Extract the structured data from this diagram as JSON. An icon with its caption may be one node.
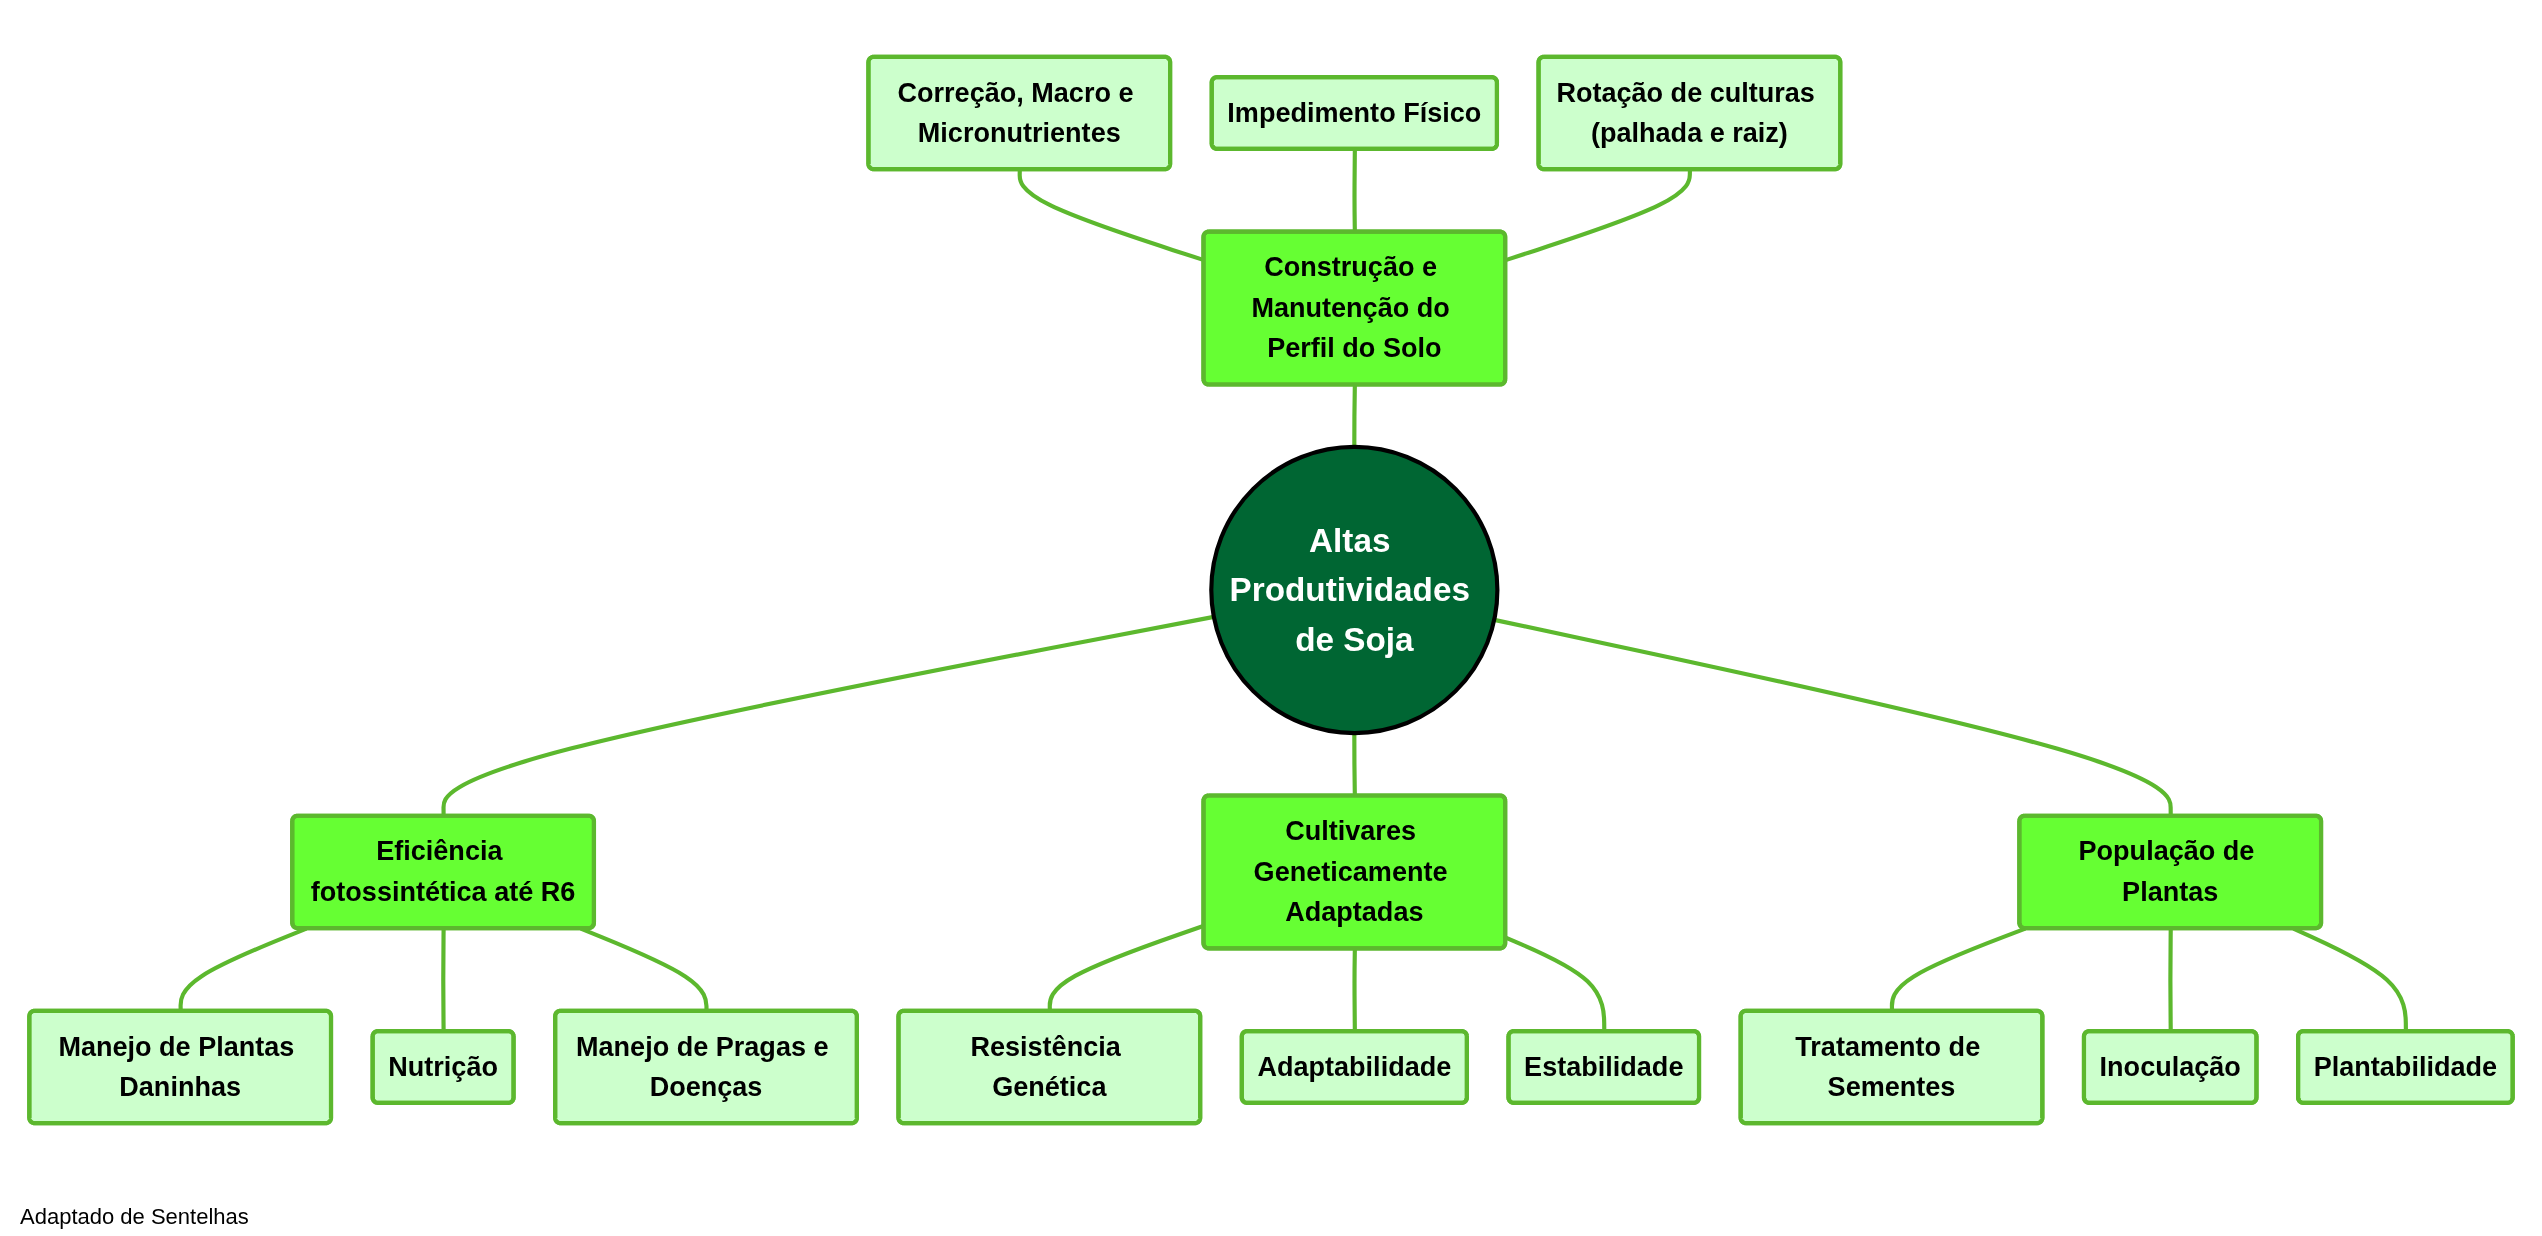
{
  "diagram": {
    "caption": "Adaptado de Sentelhas",
    "nodes": [
      {
        "text": [
          "Correção, Macro e Micronutrientes"
        ]
      },
      {
        "text": [
          "Impedimento Físico"
        ]
      },
      {
        "text": [
          "Rotação de culturas (palhada e raiz)"
        ]
      },
      {
        "text": [
          "Construção e Manutenção do Perfil do Solo"
        ]
      },
      {
        "text": [
          "Manejo de Plantas Daninhas"
        ]
      },
      {
        "text": [
          "Resistência Genética"
        ]
      },
      {
        "text": [
          "Eficiência fotossintética até R6"
        ]
      },
      {
        "text": [
          "Nutrição"
        ]
      },
      {
        "text": [
          "Altas Produtividades de Soja"
        ]
      },
      {
        "text": [
          "Cultivares Geneticamente Adaptadas"
        ]
      },
      {
        "text": [
          "Adaptabilidade"
        ]
      },
      {
        "text": [
          "Manejo de Pragas e Doenças"
        ]
      },
      {
        "text": [
          "Estabilidade"
        ]
      },
      {
        "text": [
          "População de Plantas"
        ]
      },
      {
        "text": [
          "Tratamento de Sementes"
        ]
      },
      {
        "text": [
          "Inoculação"
        ]
      },
      {
        "text": [
          "Plantabilidade"
        ]
      }
    ],
    "edges": [
      {
        "from": 0,
        "to": 3,
        "arrow": "none"
      },
      {
        "from": 1,
        "to": 3,
        "arrow": "none"
      },
      {
        "from": 2,
        "to": 3,
        "arrow": "none"
      },
      {
        "from": 3,
        "to": 8,
        "arrow": "none"
      },
      {
        "from": 8,
        "to": 6,
        "arrow": "none"
      },
      {
        "from": 8,
        "to": 9,
        "arrow": "none"
      },
      {
        "from": 8,
        "to": 13,
        "arrow": "none"
      },
      {
        "from": 6,
        "to": 4,
        "arrow": "none"
      },
      {
        "from": 6,
        "to": 7,
        "arrow": "none"
      },
      {
        "from": 6,
        "to": 11,
        "arrow": "none"
      },
      {
        "from": 9,
        "to": 5,
        "arrow": "none"
      },
      {
        "from": 9,
        "to": 10,
        "arrow": "none"
      },
      {
        "from": 9,
        "to": 12,
        "arrow": "none"
      },
      {
        "from": 13,
        "to": 14,
        "arrow": "none"
      },
      {
        "from": 13,
        "to": 15,
        "arrow": "none"
      },
      {
        "from": 13,
        "to": 16,
        "arrow": "none"
      }
    ]
  }
}
